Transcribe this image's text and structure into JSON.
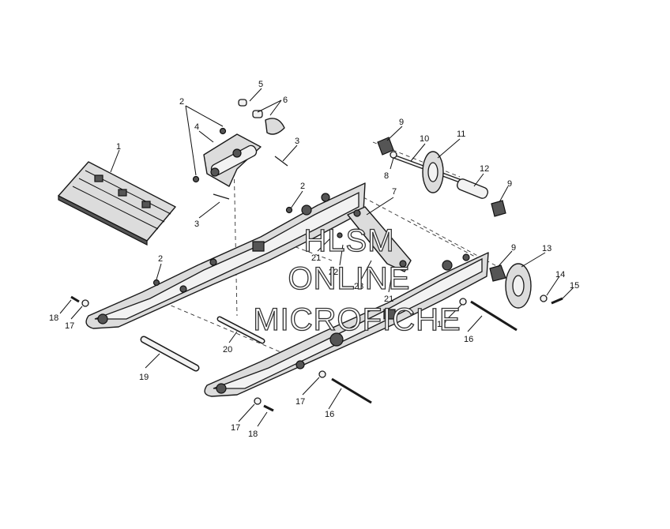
{
  "watermark": {
    "line1": "HLSM",
    "line2": "ONLINE",
    "line3": "MICROFICHE"
  },
  "callouts": {
    "c1": "1",
    "c2a": "2",
    "c2b": "2",
    "c2c": "2",
    "c3a": "3",
    "c3b": "3",
    "c4": "4",
    "c5": "5",
    "c6": "6",
    "c7": "7",
    "c8": "8",
    "c9a": "9",
    "c9b": "9",
    "c9c": "9",
    "c10": "10",
    "c11": "11",
    "c12": "12",
    "c13": "13",
    "c14": "14",
    "c15": "15",
    "c16a": "16",
    "c16b": "16",
    "c17a": "17",
    "c17b": "17",
    "c17c": "17",
    "c17d": "17",
    "c18a": "18",
    "c18b": "18",
    "c19": "19",
    "c20": "20",
    "c21a": "21",
    "c21b": "21",
    "c22": "22",
    "c23": "23"
  }
}
